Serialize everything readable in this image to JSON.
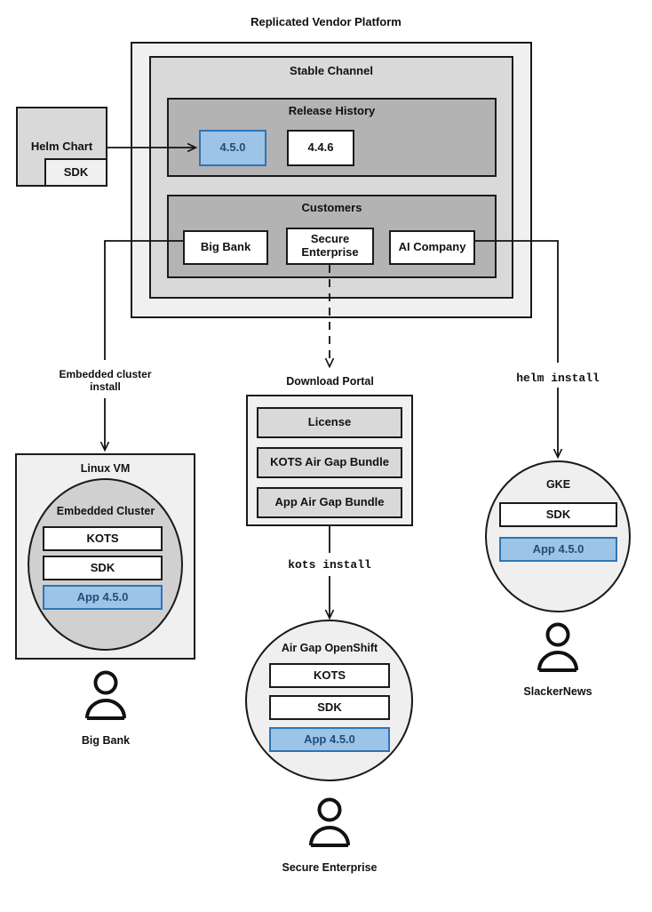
{
  "diagram": {
    "title": "Replicated Vendor Platform",
    "accent_blue_fill": "#9dc3e6",
    "accent_blue_border": "#2e75b6",
    "accent_blue_text": "#1f4e79"
  },
  "helm_chart": {
    "label": "Helm Chart",
    "sdk_label": "SDK"
  },
  "platform": {
    "stable_channel": {
      "title": "Stable Channel",
      "release_history": {
        "title": "Release History",
        "releases": [
          {
            "version": "4.5.0",
            "highlighted": true
          },
          {
            "version": "4.4.6",
            "highlighted": false
          }
        ]
      },
      "customers": {
        "title": "Customers",
        "items": [
          {
            "name": "Big Bank"
          },
          {
            "name": "Secure Enterprise"
          },
          {
            "name": "AI Company"
          }
        ]
      }
    }
  },
  "flows": {
    "embedded_cluster_install": "Embedded cluster install",
    "helm_install": "helm install",
    "kots_install": "kots install"
  },
  "download_portal": {
    "title": "Download Portal",
    "artifacts": [
      {
        "label": "License"
      },
      {
        "label": "KOTS Air Gap Bundle"
      },
      {
        "label": "App Air Gap Bundle"
      }
    ]
  },
  "targets": {
    "linux_vm": {
      "title": "Linux VM",
      "embedded_cluster": {
        "title": "Embedded Cluster",
        "components": [
          {
            "label": "KOTS",
            "highlighted": false
          },
          {
            "label": "SDK",
            "highlighted": false
          },
          {
            "label": "App 4.5.0",
            "highlighted": true
          }
        ]
      },
      "actor": "Big Bank"
    },
    "air_gap_openshift": {
      "title": "Air Gap OpenShift",
      "components": [
        {
          "label": "KOTS",
          "highlighted": false
        },
        {
          "label": "SDK",
          "highlighted": false
        },
        {
          "label": "App 4.5.0",
          "highlighted": true
        }
      ],
      "actor": "Secure Enterprise"
    },
    "gke": {
      "title": "GKE",
      "components": [
        {
          "label": "SDK",
          "highlighted": false
        },
        {
          "label": "App 4.5.0",
          "highlighted": true
        }
      ],
      "actor": "SlackerNews"
    }
  }
}
